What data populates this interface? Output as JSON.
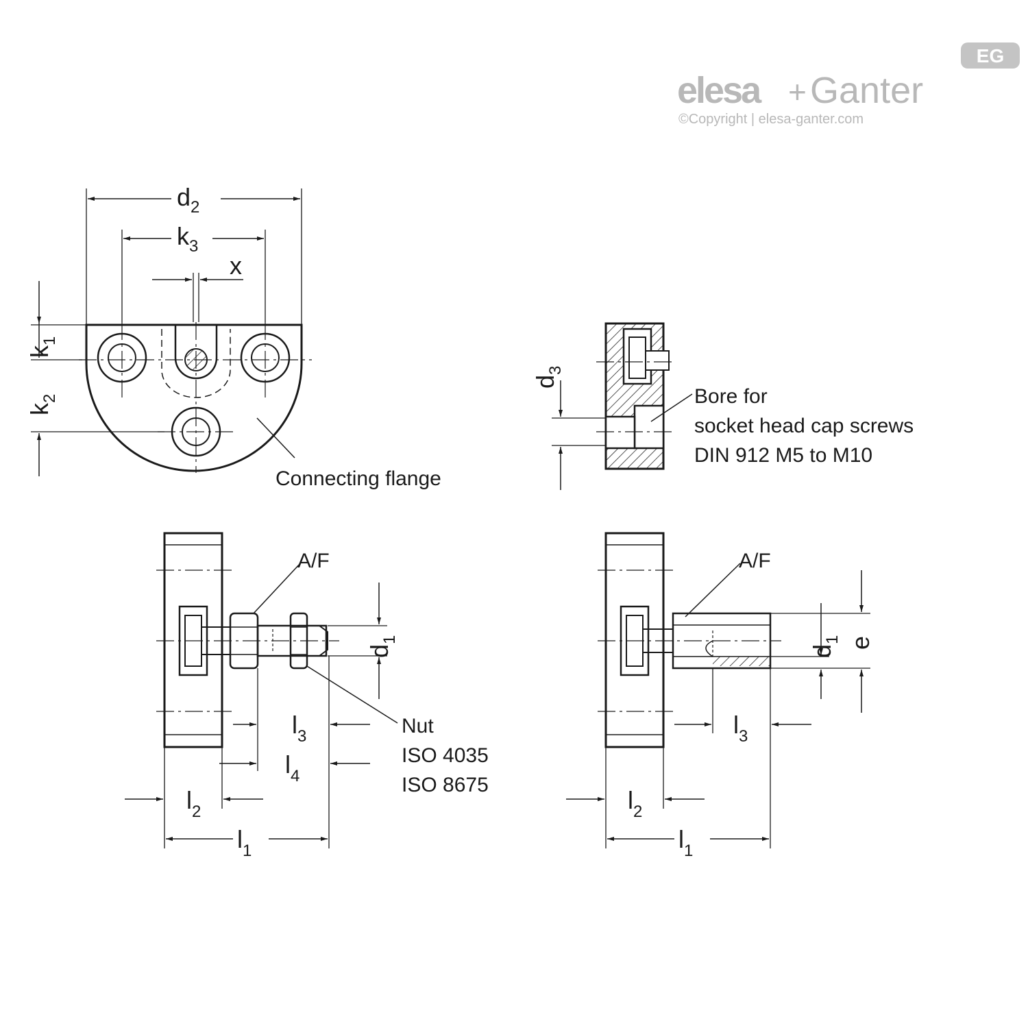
{
  "brand": {
    "badge": "EG",
    "name_left": "elesa",
    "plus": "+",
    "name_right": "Ganter",
    "copyright": "©Copyright | elesa-ganter.com"
  },
  "dimensions": {
    "d": "d",
    "k": "k",
    "x": "x",
    "l": "l",
    "e": "e",
    "sub1": "1",
    "sub2": "2",
    "sub3": "3",
    "sub4": "4"
  },
  "labels": {
    "connecting_flange": "Connecting flange",
    "bore_line1": "Bore for",
    "bore_line2": "socket head cap screws",
    "bore_line3": "DIN 912 M5 to M10",
    "af": "A/F",
    "nut_line1": "Nut",
    "nut_line2": "ISO 4035",
    "nut_line3": "ISO 8675"
  },
  "colors": {
    "line": "#1a1a1a",
    "brand": "#b8b8b8"
  }
}
